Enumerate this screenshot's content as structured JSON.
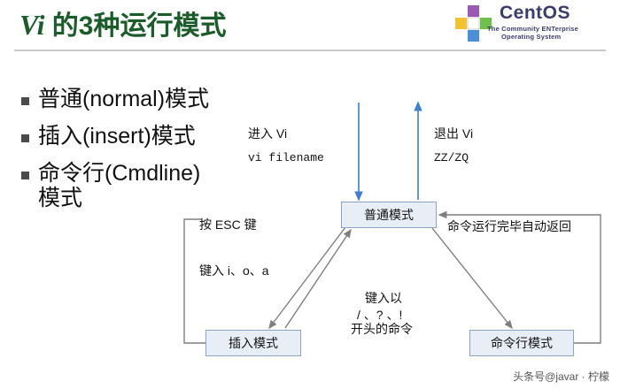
{
  "slide": {
    "title_vi": "Vi",
    "title_rest": " 的3种运行模式"
  },
  "logo": {
    "name": "CentOS",
    "tagline_line1": "The Community ENTerprise",
    "tagline_line2": "Operating System",
    "mark_icon": "centos-puzzle-icon"
  },
  "bullets": [
    {
      "text": "普通(normal)模式"
    },
    {
      "text": "插入(insert)模式"
    },
    {
      "text": "命令行(Cmdline)模式"
    }
  ],
  "diagram": {
    "nodes": [
      {
        "id": "normal",
        "label": "普通模式"
      },
      {
        "id": "insert",
        "label": "插入模式"
      },
      {
        "id": "cmdline",
        "label": "命令行模式"
      }
    ],
    "labels": {
      "enter_vi": "进入 Vi",
      "enter_vi_cmd": "vi filename",
      "exit_vi": "退出 Vi",
      "exit_vi_cmd": "ZZ/ZQ",
      "press_esc": "按 ESC 键",
      "type_ioa": "键入 i、o、a",
      "auto_return": "命令运行完毕自动返回",
      "type_start_1": "键入以",
      "type_start_2": "/ 、? 、!",
      "type_start_3": "开头的命令"
    }
  },
  "footer": {
    "watermark": "头条号@javar · 柠檬"
  }
}
